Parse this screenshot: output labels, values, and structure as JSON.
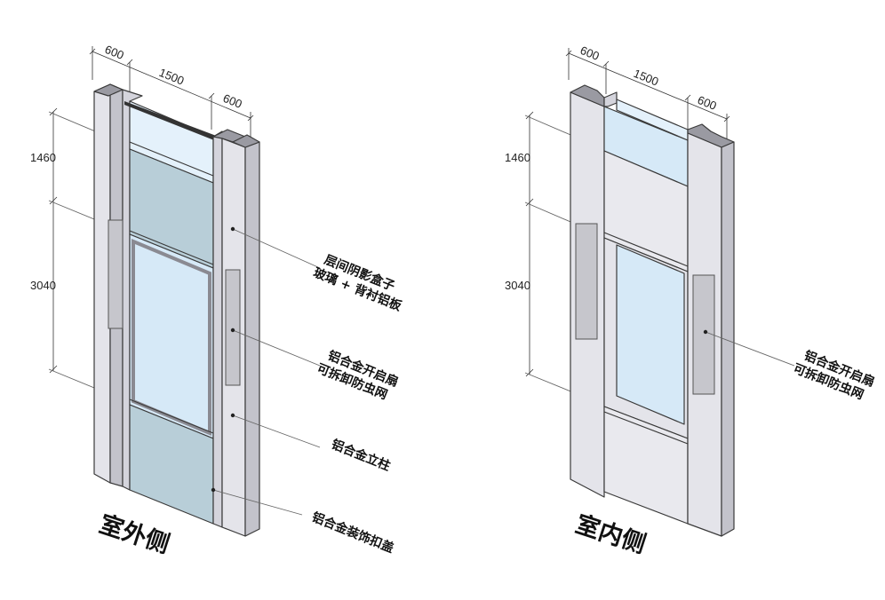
{
  "dimensions": {
    "width_left": "600",
    "width_mid": "1500",
    "width_right": "600",
    "height_top": "1460",
    "height_mid": "3040"
  },
  "exterior": {
    "caption": "室外侧",
    "callouts": [
      {
        "line1": "层间阴影盒子",
        "line2": "玻璃 + 背衬铝板"
      },
      {
        "line1": "铝合金开启扇",
        "line2": "可拆卸防虫网"
      },
      {
        "line1": "铝合金立柱",
        "line2": ""
      },
      {
        "line1": "铝合金装饰扣盖",
        "line2": ""
      }
    ]
  },
  "interior": {
    "caption": "室内侧",
    "callouts": [
      {
        "line1": "铝合金开启扇",
        "line2": "可拆卸防虫网"
      }
    ]
  },
  "colors": {
    "mullion_front": "#e4e4ea",
    "mullion_side": "#c3c3cb",
    "panel_grey": "#c6c6cc",
    "glass": "#d6e9f7",
    "glass_dark": "#b8ced8",
    "glass_light": "#e4f1fb",
    "spandrel": "#e9e9ee"
  }
}
